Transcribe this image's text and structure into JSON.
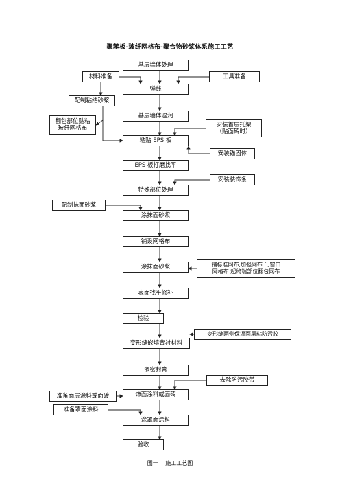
{
  "title": "聚苯板-玻纤网格布-聚合物砂浆体系施工工艺",
  "caption": "图一 施工工艺图",
  "main_steps": [
    "基层墙体处理",
    "弹线",
    "基层墙体湿润",
    "粘贴 EPS 板",
    "EPS 板打磨找平",
    "特殊部位处理",
    "涂抹面砂浆",
    "铺设网格布",
    "涂抹面砂浆",
    "表面找平修补",
    "检验",
    "变形缝嵌填背衬材料",
    "嵌密封膏",
    "饰面涂料或面砖",
    "涂罩面涂料",
    "验收"
  ],
  "side_left": [
    "材料准备",
    "配制粘结砂浆",
    "翻包部位贴粘\n玻纤网格布",
    "配制抹面砂浆",
    "准备面层涂料或面砖",
    "准备罩面涂料"
  ],
  "side_right": [
    "工具准备",
    "安装首层托架\n（贴面砖时）",
    "安装锚固体",
    "安装装饰条",
    "铺标准网布,加强网布 门窗口\n网格布 起终端部位翻包网布",
    "变形缝两侧保温面层粘防污胶",
    "去除防污胶带"
  ],
  "colors": {
    "stroke": "#222222",
    "background": "#ffffff",
    "watermark": "#d7e9f4"
  }
}
